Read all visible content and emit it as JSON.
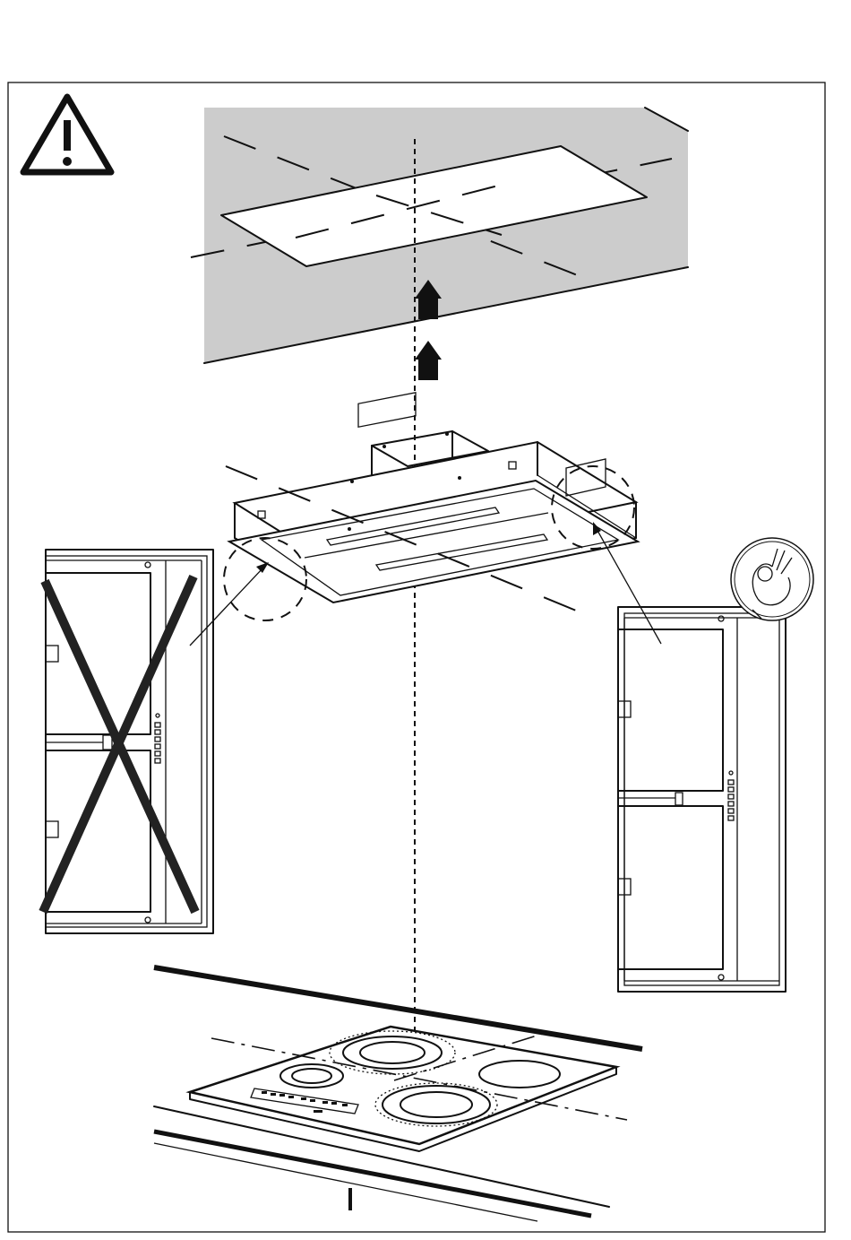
{
  "diagram": {
    "warning_icon": "warning-triangle-exclamation-icon",
    "ok_icon": "ok-hand-gesture-icon",
    "forbidden_mark": "cross-mark-icon",
    "direction_icon": "up-arrow-icon",
    "colors": {
      "ink": "#111111",
      "ceiling": "#cccccc",
      "paper": "#ffffff"
    },
    "steps": [
      {
        "id": "ceiling-cutout",
        "description_visible": false
      },
      {
        "id": "hood-lift",
        "arrows": 2
      },
      {
        "id": "orientation-check",
        "wrong_side": "left",
        "correct_side": "right"
      },
      {
        "id": "hob-alignment"
      }
    ]
  }
}
